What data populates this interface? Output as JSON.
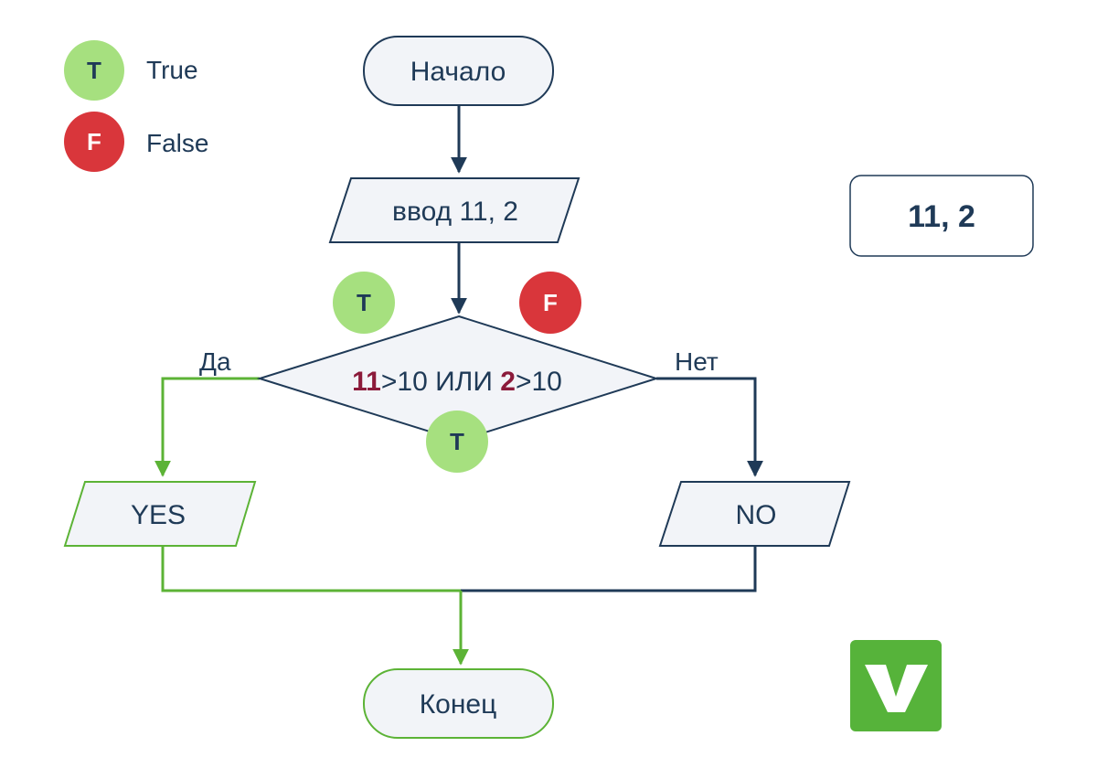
{
  "colors": {
    "navy": "#1f3a57",
    "green_line": "#5cb336",
    "green_badge": "#a6e07f",
    "red_badge": "#d9363b",
    "highlight": "#8b1a3a",
    "block_fill": "#f2f4f8",
    "check_bg": "#56b33a"
  },
  "legend": [
    {
      "letter": "T",
      "label": "True"
    },
    {
      "letter": "F",
      "label": "False"
    }
  ],
  "flow": {
    "start": "Начало",
    "input": "ввод 11, 2",
    "condition": {
      "v1": "11",
      "op1": ">10 ИЛИ ",
      "v2": "2",
      "op2": ">10"
    },
    "yes_label": "Да",
    "no_label": "Нет",
    "yes_output": "YES",
    "no_output": "NO",
    "end": "Конец"
  },
  "badges": {
    "left_operand": "T",
    "right_operand": "F",
    "result": "T"
  },
  "input_box": "11, 2",
  "result_icon": "checkmark-icon"
}
